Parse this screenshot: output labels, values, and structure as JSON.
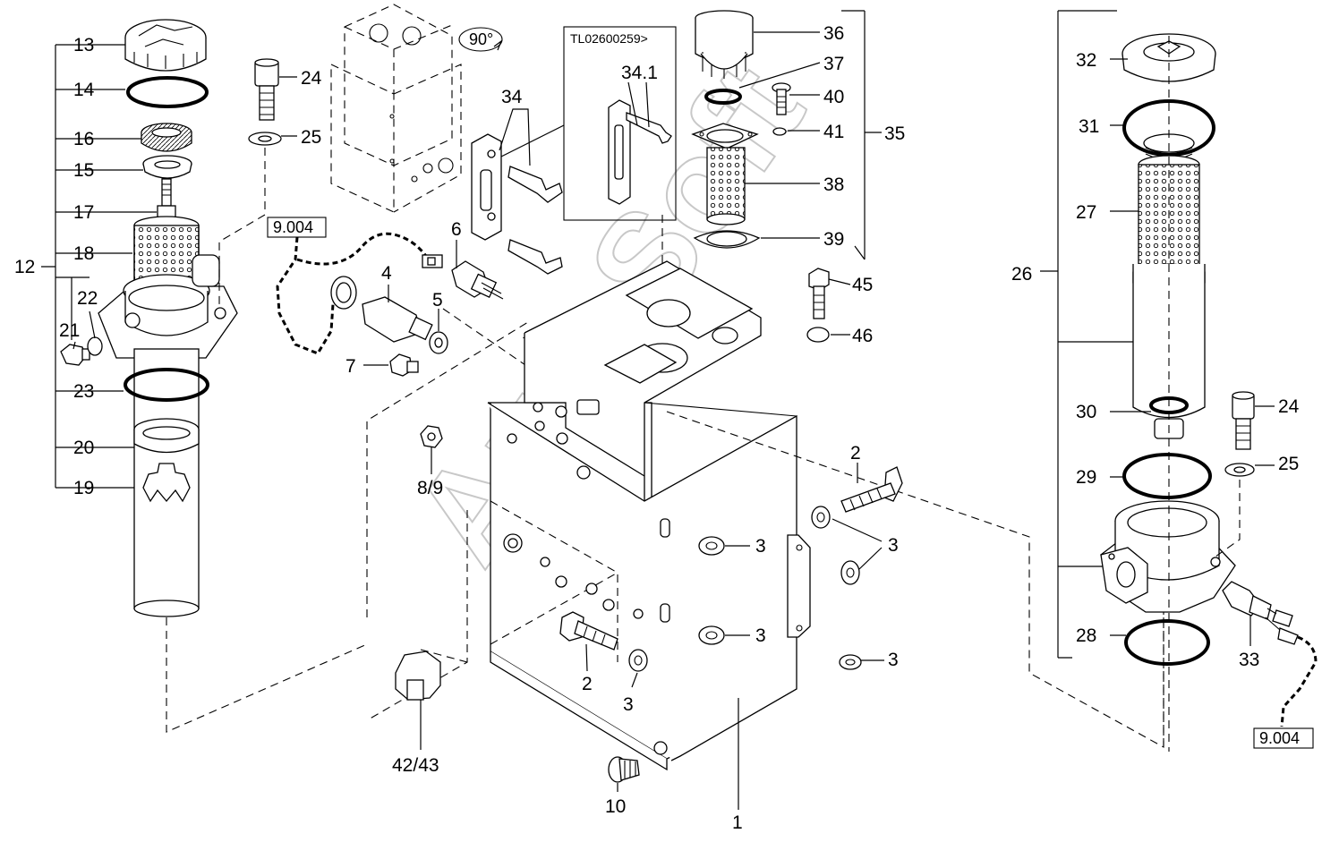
{
  "diagram": {
    "ref_box_top": "9.004",
    "ref_box_bottom": "9.004",
    "rotation_note": "90°",
    "detail_box_title": "TL02600259>",
    "watermark": "AutoSoft",
    "callouts": {
      "c13": "13",
      "c14": "14",
      "c16": "16",
      "c15": "15",
      "c17": "17",
      "c18": "18",
      "c12": "12",
      "c22": "22",
      "c21": "21",
      "c23": "23",
      "c20": "20",
      "c19": "19",
      "c24a": "24",
      "c25a": "25",
      "c4": "4",
      "c5": "5",
      "c6": "6",
      "c7": "7",
      "c89": "8/9",
      "c34": "34",
      "c341": "34.1",
      "c36": "36",
      "c37": "37",
      "c40": "40",
      "c41": "41",
      "c35": "35",
      "c38": "38",
      "c39": "39",
      "c45": "45",
      "c46": "46",
      "c2a": "2",
      "c3a": "3",
      "c3b": "3",
      "c3c": "3",
      "c3d": "3",
      "c3e": "3",
      "c2b": "2",
      "c3f": "3",
      "c4243": "42/43",
      "c10": "10",
      "c1": "1",
      "c32": "32",
      "c31": "31",
      "c27": "27",
      "c26": "26",
      "c30": "30",
      "c24b": "24",
      "c25b": "25",
      "c29": "29",
      "c28": "28",
      "c33": "33"
    }
  }
}
